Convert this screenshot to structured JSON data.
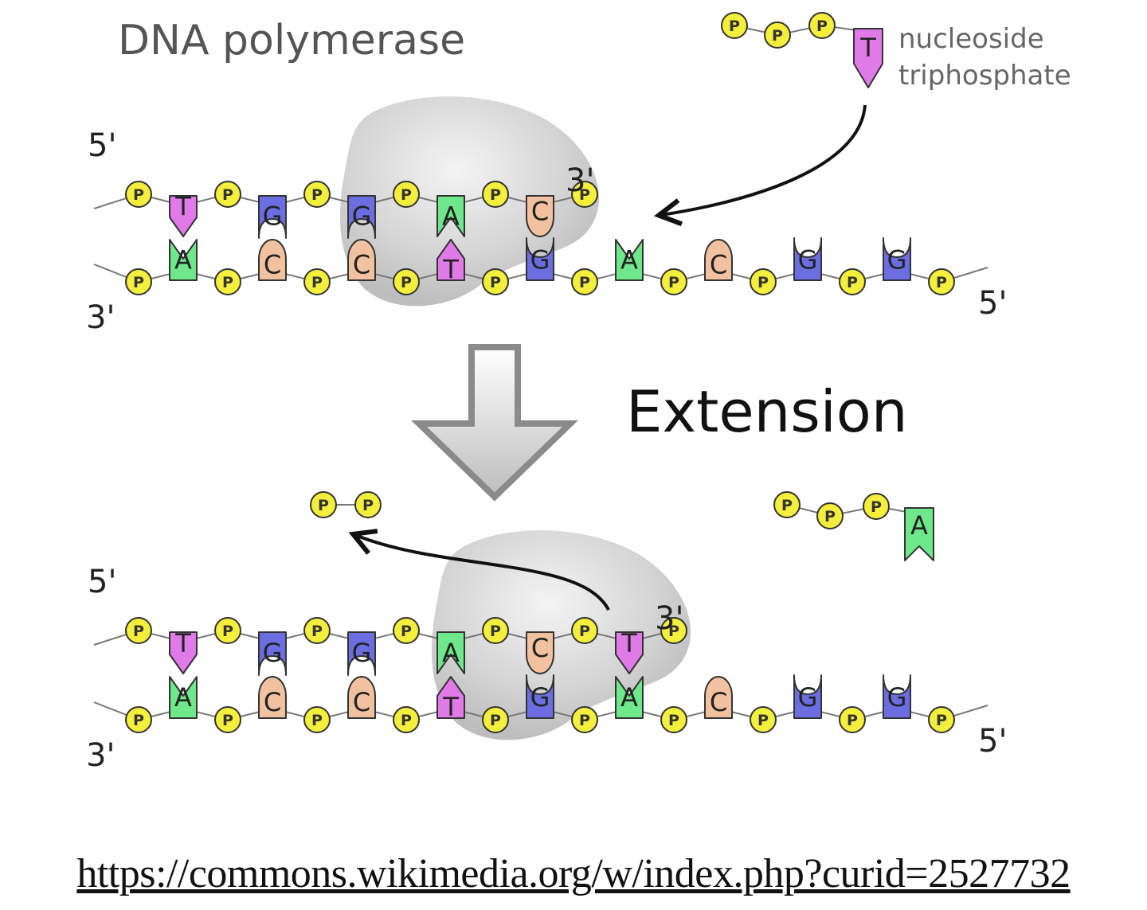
{
  "labels": {
    "enzyme": "DNA polymerase",
    "nucleotide_line1": "nucleoside",
    "nucleotide_line2": "triphosphate",
    "step": "Extension",
    "five_prime": "5'",
    "three_prime": "3'",
    "phosphate": "P"
  },
  "before": {
    "template_strand": [
      "A",
      "C",
      "C",
      "T",
      "G",
      "A",
      "C",
      "G",
      "G"
    ],
    "new_strand": [
      "T",
      "G",
      "G",
      "A",
      "C"
    ],
    "incoming_nucleotide": "T"
  },
  "after": {
    "template_strand": [
      "A",
      "C",
      "C",
      "T",
      "G",
      "A",
      "C",
      "G",
      "G"
    ],
    "new_strand": [
      "T",
      "G",
      "G",
      "A",
      "C",
      "T"
    ],
    "released_pyrophosphate_count": 2,
    "free_nucleotide": "A"
  },
  "colors": {
    "A": "#6ee88a",
    "T": "#e07ae8",
    "G": "#6b6ee0",
    "C": "#f2c2a0",
    "phosphate": "#f4ee3c",
    "enzyme": "#cfcfcf"
  },
  "source": "https://commons.wikimedia.org/w/index.php?curid=2527732"
}
